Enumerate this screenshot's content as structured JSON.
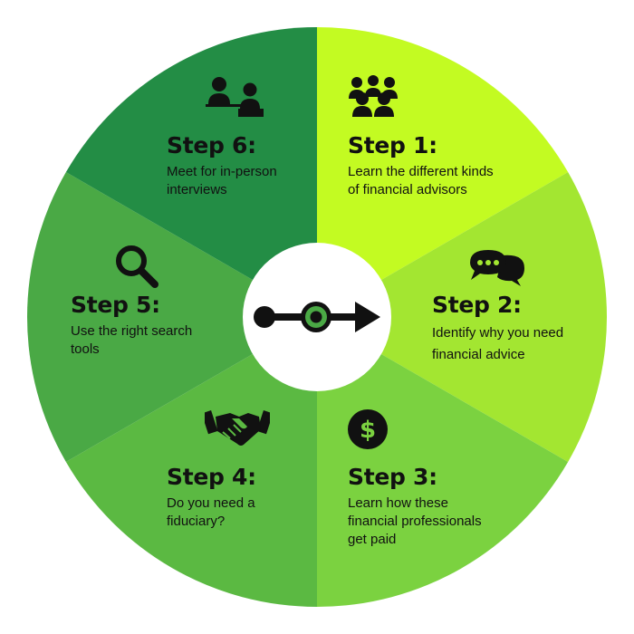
{
  "diagram": {
    "center_icon": "path-arrow-icon",
    "colors": {
      "step1": "#c3fb22",
      "step2": "#a3e631",
      "step3": "#7bd240",
      "step4": "#5bb942",
      "step5": "#4aa945",
      "step6": "#238d45",
      "center": "#ffffff",
      "icon": "#111111",
      "text": "#111111"
    },
    "steps": [
      {
        "title": "Step 1:",
        "desc": [
          "Learn the different kinds",
          "of financial advisors"
        ],
        "icon": "people-group-icon"
      },
      {
        "title": "Step 2:",
        "desc": [
          "Identify why you need",
          "financial advice"
        ],
        "icon": "chat-bubbles-icon"
      },
      {
        "title": "Step 3:",
        "desc": [
          "Learn how these",
          "financial professionals",
          "get paid"
        ],
        "icon": "dollar-coin-icon"
      },
      {
        "title": "Step 4:",
        "desc": [
          "Do you need a",
          "fiduciary?"
        ],
        "icon": "handshake-icon"
      },
      {
        "title": "Step 5:",
        "desc": [
          "Use the right search",
          "tools"
        ],
        "icon": "magnifier-icon"
      },
      {
        "title": "Step 6:",
        "desc": [
          "Meet for in-person",
          "interviews"
        ],
        "icon": "meeting-icon"
      }
    ]
  }
}
